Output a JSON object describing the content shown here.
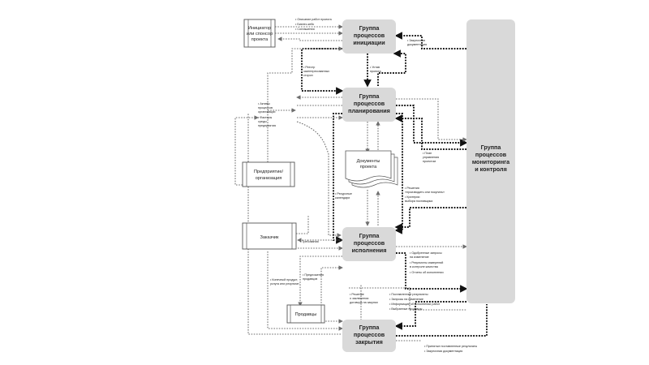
{
  "groups": {
    "initiation": [
      "Группа",
      "процессов",
      "инициации"
    ],
    "planning": [
      "Группа",
      "процессов",
      "планирования"
    ],
    "execution": [
      "Группа",
      "процессов",
      "исполнения"
    ],
    "closing": [
      "Группа",
      "процессов",
      "закрытия"
    ],
    "monitoring": [
      "Группа",
      "процессов",
      "мониторинга",
      "и контроля"
    ]
  },
  "entities": {
    "sponsor": [
      "Инициатор",
      "или спонсор",
      "проекта"
    ],
    "enterprise": [
      "Предприятие/",
      "организация"
    ],
    "customer": [
      "Заказчик"
    ],
    "sellers": [
      "Продавцы"
    ],
    "documents": [
      "Документы",
      "проекта"
    ]
  },
  "notes": {
    "sponsor_out": [
      "• Описание работ проекта",
      "• Бизнес-кейс",
      "• Соглашения"
    ],
    "closed_docs": [
      "• Закупочная",
      "  документация"
    ],
    "stakeholders": [
      "• Реестр",
      "  заинтересованных",
      "  сторон"
    ],
    "charter": [
      "• Устав",
      "  проекта"
    ],
    "assets": [
      "• Активы",
      "  процессов",
      "  организации",
      "• Факторы",
      "  среды",
      "  предприятия"
    ],
    "pm_plan": [
      "• План",
      "  управления",
      "  проектом"
    ],
    "make_buy": [
      "• Решения",
      "  «производить или покупать»",
      "• Критерии",
      "  выбора поставщика"
    ],
    "resource_cal": [
      "• Ресурсные",
      "  календари"
    ],
    "requirements": [
      "• Требования"
    ],
    "approved": [
      "• Одобренные запросы",
      "  на изменение",
      "• Результаты измерений",
      "  в контроле качества",
      "• Отчеты об исполнении"
    ],
    "final_product": [
      "• Конечный продукт,",
      "  услуга или результат"
    ],
    "proposals": [
      "• Предложения",
      "  продавцов"
    ],
    "contract": [
      "• Решение",
      "  о заключении",
      "  договора на закупки"
    ],
    "deliverables": [
      "• Поставленные результаты",
      "• Запросы на изменение",
      "• Информация об исполнении работ",
      "• Выбранные продавцы"
    ],
    "accepted": [
      "• Принятые поставленные результаты",
      "• Закупочная документация"
    ]
  },
  "colors": {
    "group_fill": "#d9d9d9",
    "dotted_gray": "#6e6e6e",
    "dotted_black": "#111111"
  },
  "icons": {
    "document_stack": "document-stack-icon",
    "scroll": "scroll-icon"
  }
}
